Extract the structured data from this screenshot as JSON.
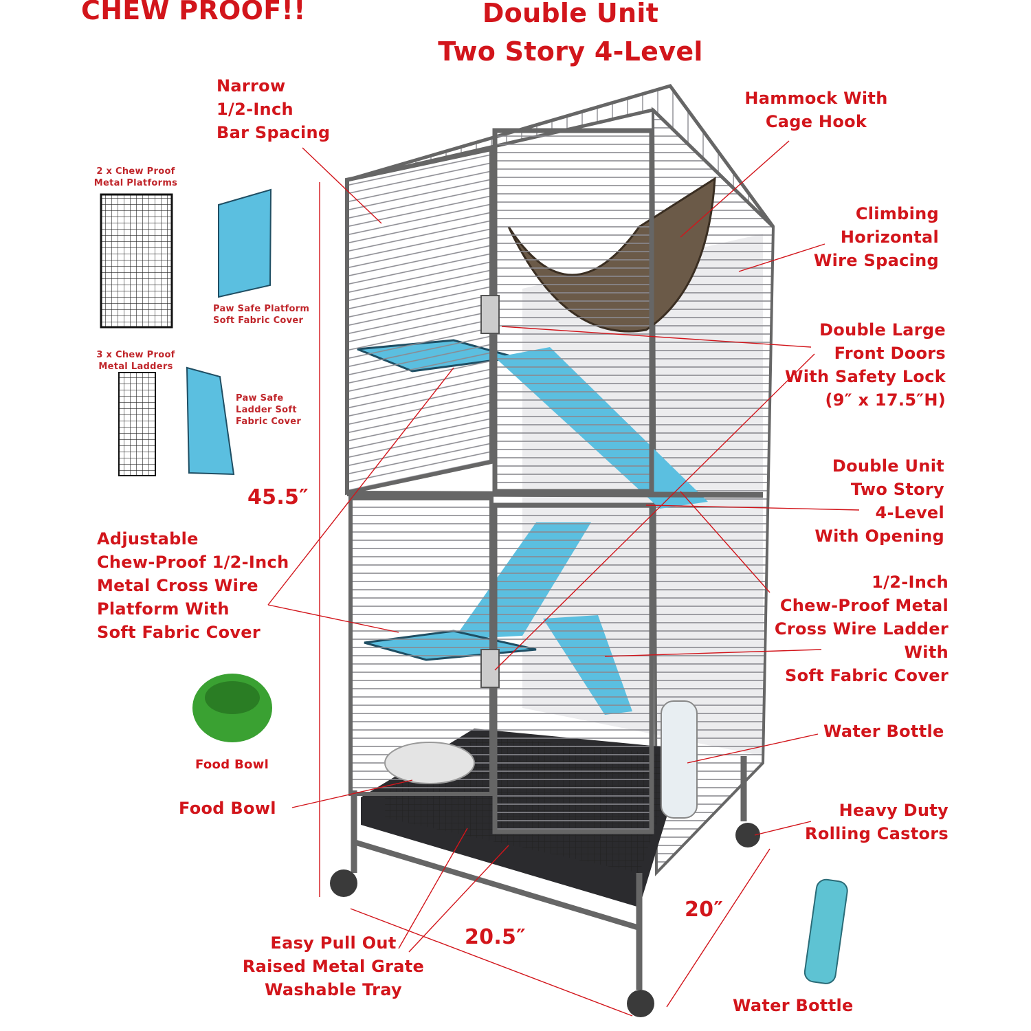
{
  "header": {
    "chew_proof": "CHEW PROOF!!",
    "title_line1": "Double Unit",
    "title_line2": "Two Story 4-Level"
  },
  "accessories": {
    "platforms": "2 x Chew Proof\nMetal Platforms",
    "platform_cover": "Paw Safe Platform\nSoft Fabric Cover",
    "ladders": "3 x Chew Proof\nMetal Ladders",
    "ladder_cover": "Paw Safe\nLadder Soft\nFabric Cover",
    "food_bowl": "Food Bowl",
    "water_bottle": "Water Bottle"
  },
  "callouts": {
    "bar_spacing": "Narrow\n1/2-Inch\nBar Spacing",
    "hammock": "Hammock With\nCage Hook",
    "climbing": "Climbing\nHorizontal\nWire Spacing",
    "doors": "Double Large\nFront Doors\nWith Safety Lock\n(9″ x 17.5″H)",
    "double_unit": "Double Unit\nTwo Story\n4-Level\nWith Opening",
    "platform": "Adjustable\nChew-Proof 1/2-Inch\nMetal Cross Wire\nPlatform With\nSoft Fabric Cover",
    "ladder": "1/2-Inch\nChew-Proof Metal\nCross Wire Ladder\nWith\nSoft Fabric Cover",
    "water_bottle": "Water Bottle",
    "food_bowl": "Food Bowl",
    "castors": "Heavy Duty\nRolling Castors",
    "tray": "Easy Pull Out\nRaised Metal Grate\nWashable Tray"
  },
  "dimensions": {
    "height": "45.5″",
    "width": "20.5″",
    "depth": "20″"
  },
  "colors": {
    "label_red": "#d2151b",
    "fabric_blue": "#5bbfe0",
    "frame_gray": "#6c6c70",
    "bowl_green": "#3aa132"
  }
}
